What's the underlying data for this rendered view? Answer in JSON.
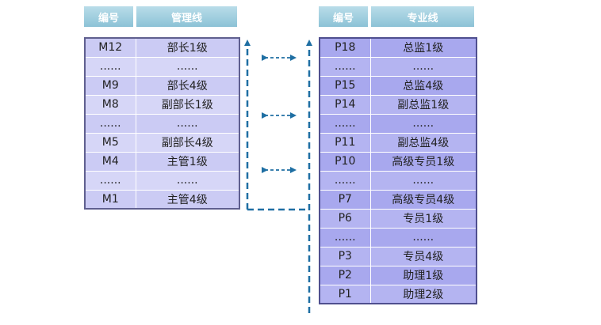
{
  "management": {
    "header": {
      "number": "编号",
      "line": "管理线"
    },
    "rows": [
      {
        "code": "M12",
        "title": "部长1级"
      },
      {
        "code": "......",
        "title": "......"
      },
      {
        "code": "M9",
        "title": "部长4级"
      },
      {
        "code": "M8",
        "title": "副部长1级"
      },
      {
        "code": "......",
        "title": "......"
      },
      {
        "code": "M5",
        "title": "副部长4级"
      },
      {
        "code": "M4",
        "title": "主管1级"
      },
      {
        "code": "......",
        "title": "......"
      },
      {
        "code": "M1",
        "title": "主管4级"
      }
    ]
  },
  "professional": {
    "header": {
      "number": "编号",
      "line": "专业线"
    },
    "rows": [
      {
        "code": "P18",
        "title": "总监1级"
      },
      {
        "code": "......",
        "title": "......"
      },
      {
        "code": "P15",
        "title": "总监4级"
      },
      {
        "code": "P14",
        "title": "副总监1级"
      },
      {
        "code": "......",
        "title": "......"
      },
      {
        "code": "P11",
        "title": "副总监4级"
      },
      {
        "code": "P10",
        "title": "高级专员1级"
      },
      {
        "code": "......",
        "title": "......"
      },
      {
        "code": "P7",
        "title": "高级专员4级"
      },
      {
        "code": "P6",
        "title": "专员1级"
      },
      {
        "code": "......",
        "title": "......"
      },
      {
        "code": "P3",
        "title": "专员4级"
      },
      {
        "code": "P2",
        "title": "助理1级"
      },
      {
        "code": "P1",
        "title": "助理2级"
      }
    ]
  },
  "colors": {
    "connector": "#1f6fa3",
    "management_fill": "#cbcbf4",
    "professional_fill": "#a8a8ee",
    "header_fill": "#9fcfe0"
  }
}
